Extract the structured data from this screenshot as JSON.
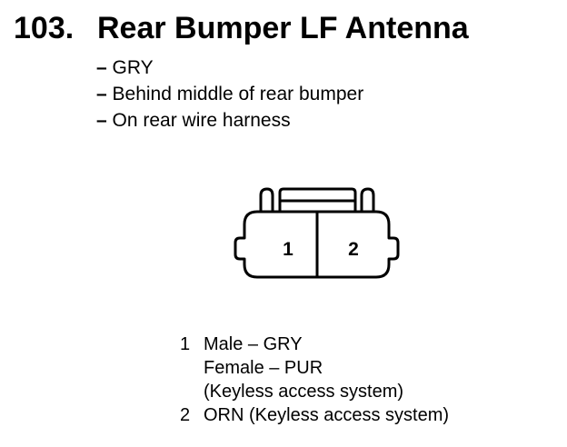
{
  "header": {
    "number": "103.",
    "title": "Rear Bumper LF Antenna"
  },
  "details": {
    "dash": "–",
    "lines": [
      "GRY",
      "Behind middle of rear bumper",
      "On rear wire harness"
    ]
  },
  "connector": {
    "pins": [
      "1",
      "2"
    ]
  },
  "pinout": [
    {
      "pin": "1",
      "lines": [
        "Male – GRY",
        "Female – PUR",
        "(Keyless access system)"
      ]
    },
    {
      "pin": "2",
      "lines": [
        "ORN (Keyless access system)"
      ]
    }
  ]
}
